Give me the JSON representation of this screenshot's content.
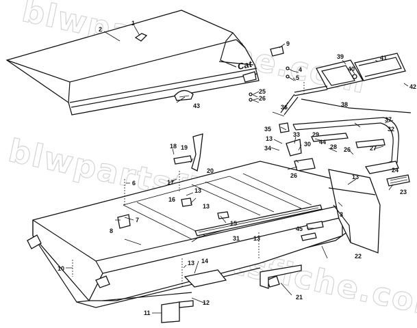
{
  "watermark": "blwpartsfiche.com",
  "seat_logo": "Cat",
  "callouts": [
    "1",
    "2",
    "3",
    "4",
    "5",
    "6",
    "7",
    "8",
    "9",
    "10",
    "11",
    "12",
    "13",
    "14",
    "15",
    "16",
    "17",
    "18",
    "19",
    "20",
    "21",
    "22",
    "23",
    "24",
    "25",
    "26",
    "27",
    "28",
    "29",
    "30",
    "31",
    "32",
    "33",
    "34",
    "35",
    "36",
    "37",
    "38",
    "39",
    "40",
    "41",
    "42",
    "43",
    "44",
    "45"
  ]
}
